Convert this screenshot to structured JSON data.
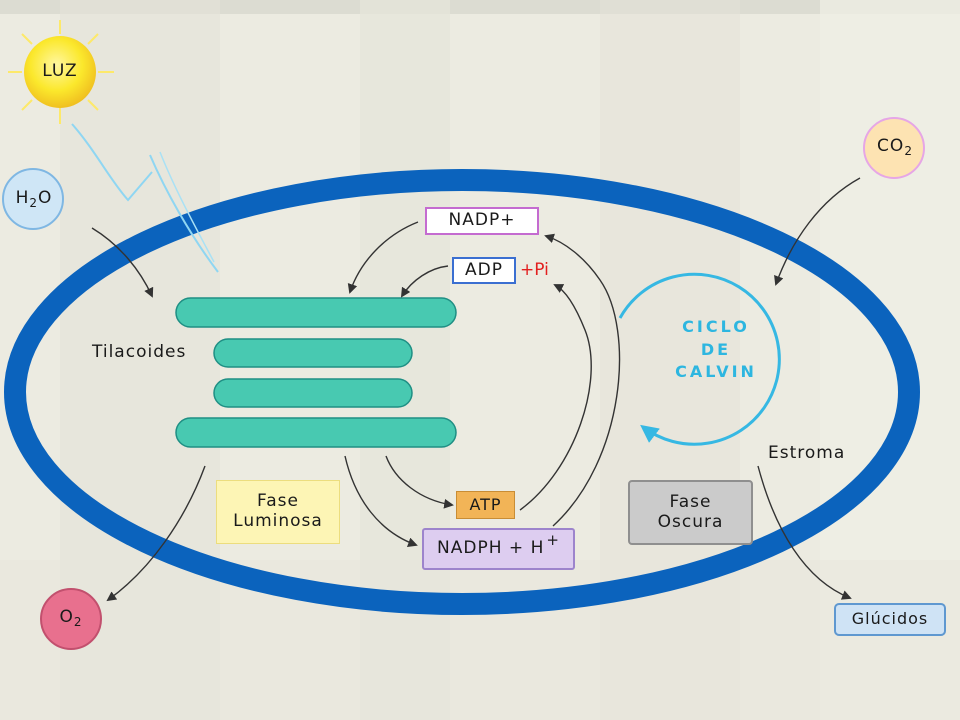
{
  "colors": {
    "chloroplast_membrane": "#0b63bd",
    "thylakoid_fill": "#48c9b1",
    "thylakoid_stroke": "#1f8f84",
    "light_yellow": "#fbe82c",
    "water_blue": "#cfe6f6",
    "co2_pink": "#fde3b2",
    "o2_pink": "#e8708e",
    "calvin_cycle": "#36b8e3",
    "light_ray": "#8fd6f2",
    "arrows": "#333333"
  },
  "nodes": {
    "luz": "LUZ",
    "h2o": {
      "main": "H",
      "sub": "2",
      "tail": "O"
    },
    "co2": {
      "main": "CO",
      "sub": "2"
    },
    "o2": {
      "main": "O",
      "sub": "2"
    }
  },
  "inputs": {
    "nadp": "NADP+",
    "adp": "ADP",
    "pi": "+Pi"
  },
  "outputs": {
    "atp": "ATP",
    "nadph": "NADPH + H",
    "nadph_sup": "+"
  },
  "labels": {
    "thylakoids": "Tilacoides",
    "stroma": "Estroma",
    "light_phase": [
      "Fase",
      "Luminosa"
    ],
    "dark_phase": [
      "Fase",
      "Oscura"
    ],
    "glucids": "Glúcidos",
    "calvin_cycle": [
      "CICLO",
      "DE",
      "CALVIN"
    ]
  }
}
